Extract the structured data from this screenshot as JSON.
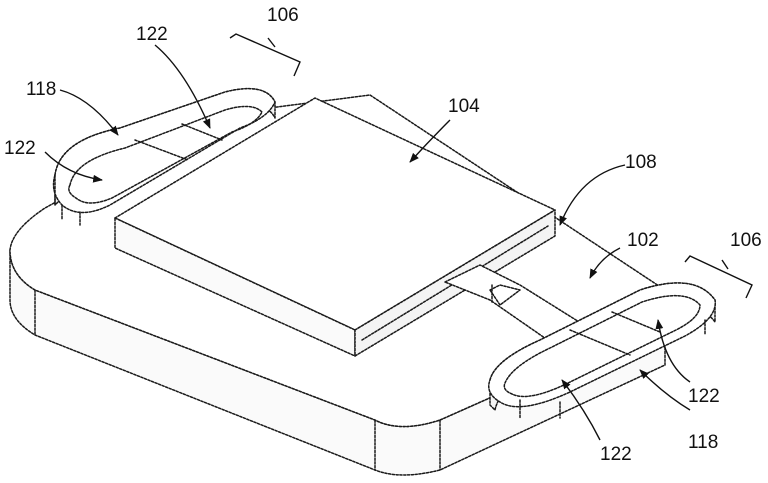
{
  "labels": {
    "l106a": "106",
    "l106b": "106",
    "l122a": "122",
    "l122b": "122",
    "l122c": "122",
    "l122d": "122",
    "l118a": "118",
    "l118b": "118",
    "l104": "104",
    "l108": "108",
    "l102": "102"
  }
}
